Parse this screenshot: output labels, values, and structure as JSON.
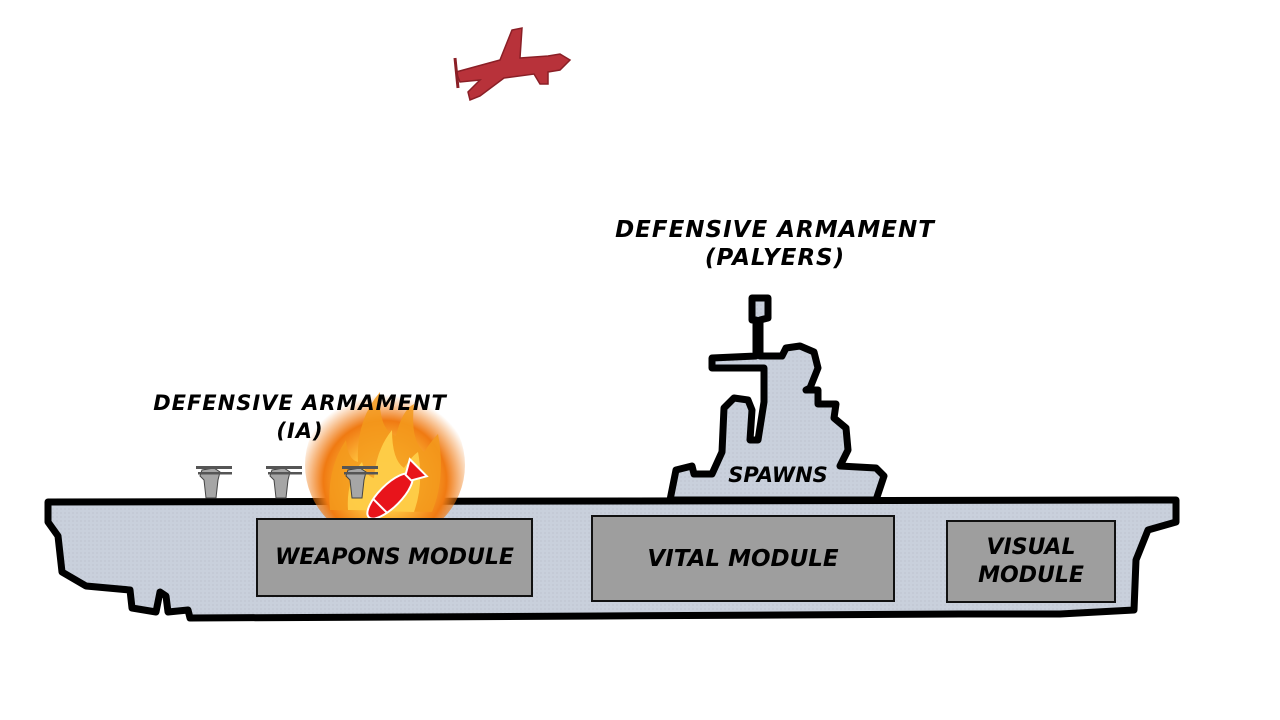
{
  "labels": {
    "defensive_players_line1": "DEFENSIVE ARMAMENT",
    "defensive_players_line2": "(PALYERS)",
    "defensive_ia_line1": "DEFENSIVE ARMAMENT",
    "defensive_ia_line2": "(IA)",
    "spawns": "SPAWNS"
  },
  "modules": {
    "weapons": "WEAPONS MODULE",
    "vital": "VITAL MODULE",
    "visual": "VISUAL MODULE"
  },
  "colors": {
    "hull_fill": "#c9d0dc",
    "outline": "#000000",
    "module_fill": "#9e9e9e",
    "plane": "#b8323a",
    "bomb": "#e8141b",
    "fire": "#f39a1c"
  },
  "icons": [
    "aircraft-carrier-icon",
    "plane-icon",
    "turret-icon",
    "bomb-icon",
    "fire-icon"
  ]
}
